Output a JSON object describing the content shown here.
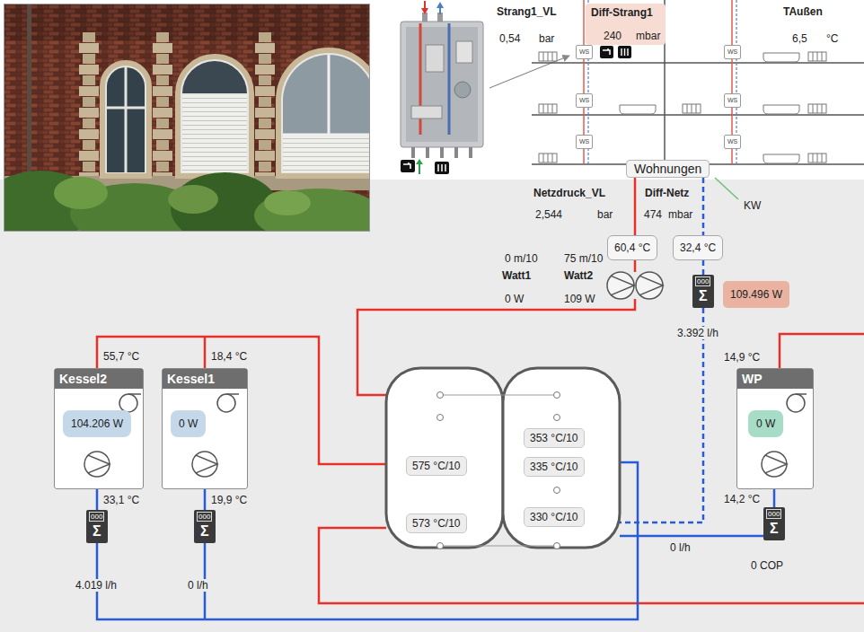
{
  "diagram": {
    "nodes": [
      {
        "text": [
          "Diff-Strang1",
          "240",
          "mbar"
        ]
      },
      {
        "text": [
          "WS"
        ]
      },
      {
        "text": [
          "WS"
        ]
      },
      {
        "text": [
          "WS"
        ]
      },
      {
        "text": [
          "WS"
        ]
      },
      {
        "text": [
          "WS"
        ]
      },
      {
        "text": [
          "WS"
        ]
      },
      {
        "text": [
          "Wohnungen"
        ]
      },
      {
        "text": [
          "60,4 °C"
        ]
      },
      {
        "text": [
          "32,4 °C"
        ]
      },
      {
        "text": [
          "109.496 W"
        ]
      },
      {
        "text": [
          "Kessel2"
        ]
      },
      {
        "text": [
          "104.206 W"
        ],
        "in": 11
      },
      {
        "text": [
          "Kessel1"
        ]
      },
      {
        "text": [
          "0 W"
        ],
        "in": 13
      },
      {
        "text": [
          "575 °C/10"
        ]
      },
      {
        "text": [
          "573 °C/10"
        ]
      },
      {
        "text": [
          "353 °C/10"
        ]
      },
      {
        "text": [
          "335 °C/10"
        ]
      },
      {
        "text": [
          "330 °C/10"
        ]
      },
      {
        "text": [
          "WP"
        ]
      },
      {
        "text": [
          "0 W"
        ],
        "in": 20
      }
    ],
    "edges": [
      {
        "from": 8,
        "to": 7,
        "arrow": "none"
      },
      {
        "from": 7,
        "to": 9,
        "arrow": "none"
      },
      {
        "from": 1,
        "to": 3,
        "arrow": "none"
      },
      {
        "from": 3,
        "to": 5,
        "arrow": "none"
      },
      {
        "from": 2,
        "to": 4,
        "arrow": "none"
      },
      {
        "from": 4,
        "to": 6,
        "arrow": "none"
      }
    ],
    "labels": [
      "Strang1_VL",
      "0,54",
      "bar",
      "TAußen",
      "6,5",
      "°C",
      "Netzdruck_VL",
      "Diff-Netz",
      "2,544",
      "bar",
      "474",
      "mbar",
      "KW",
      "0 m/10",
      "75 m/10",
      "Watt1",
      "Watt2",
      "0 W",
      "109 W",
      "000",
      "Σ",
      "3.392 l/h",
      "55,7 °C",
      "18,4 °C",
      "14,9 °C",
      "33,1 °C",
      "19,9 °C",
      "14,2 °C",
      "000",
      "Σ",
      "000",
      "Σ",
      "000",
      "Σ",
      "0 l/h",
      "0 COP",
      "4.019 l/h",
      "0 l/h"
    ]
  }
}
